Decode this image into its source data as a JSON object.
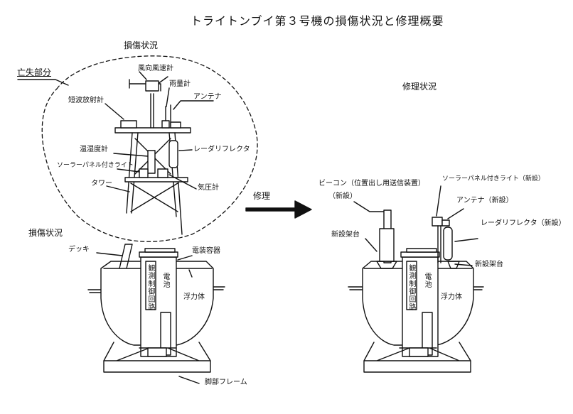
{
  "title": "トライトンブイ第３号機の損傷状況と修理概要",
  "left": {
    "heading_top": "損傷状況",
    "heading_bottom": "損傷状況",
    "lost_part": "亡失部分",
    "labels": {
      "wind": "風向風速計",
      "rain": "雨量計",
      "antenna": "アンテナ",
      "shortwave": "短波放射計",
      "radar": "レーダリフレクタ",
      "temp": "温湿度計",
      "solar_light": "ソーラーパネル付きライト",
      "tower": "タワー",
      "pressure": "気圧計",
      "deck": "デッキ",
      "container": "電装容器",
      "float": "浮力体",
      "leg_frame": "脚部フレーム",
      "obs_circuit": "観測制御回路",
      "battery": "電池"
    }
  },
  "arrow_label": "修理",
  "right": {
    "heading": "修理状況",
    "labels": {
      "beacon": "ビーコン（位置出し用送信装置）",
      "new1": "（新設）",
      "solar_light_new": "ソーラーパネル付きライト（新設）",
      "antenna_new": "アンテナ（新設）",
      "radar_new": "レーダリフレクタ（新設）",
      "mount_left": "新設架台",
      "mount_right": "新設架台",
      "float": "浮力体",
      "obs_circuit": "観測制御回路",
      "battery": "電池"
    }
  }
}
